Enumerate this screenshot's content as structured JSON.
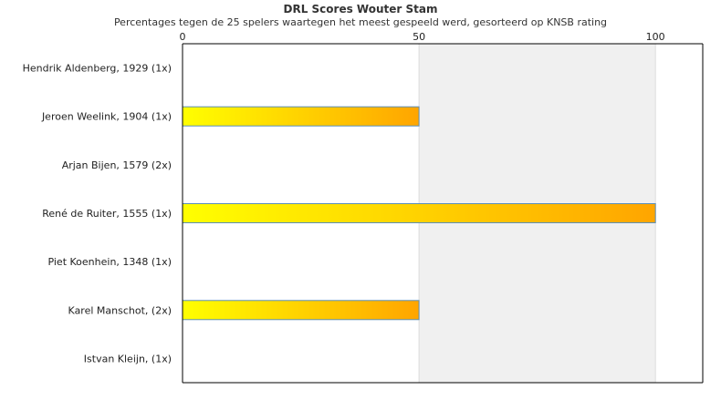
{
  "chart_data": {
    "type": "bar",
    "orientation": "horizontal",
    "title": "DRL Scores Wouter Stam",
    "subtitle": "Percentages tegen de 25 spelers waartegen het meest gespeeld werd, gesorteerd op KNSB rating",
    "categories": [
      "Hendrik Aldenberg, 1929 (1x)",
      "Jeroen Weelink, 1904 (1x)",
      "Arjan Bijen, 1579 (2x)",
      "René de Ruiter, 1555 (1x)",
      "Piet Koenhein, 1348 (1x)",
      "Karel Manschot,  (2x)",
      "Istvan Kleijn,  (1x)"
    ],
    "values": [
      0,
      50,
      0,
      100,
      0,
      50,
      0
    ],
    "x_ticks": [
      "0",
      "50",
      "100"
    ],
    "xlim": [
      0,
      110
    ],
    "grid": true,
    "legend": "none",
    "colors": {
      "bar_start": "#ffff00",
      "bar_end": "#ffa500",
      "bar_border": "#5b8fb8",
      "band": "#f0f0f0",
      "band_far": "#f5f7fa",
      "axis": "#000000"
    }
  }
}
